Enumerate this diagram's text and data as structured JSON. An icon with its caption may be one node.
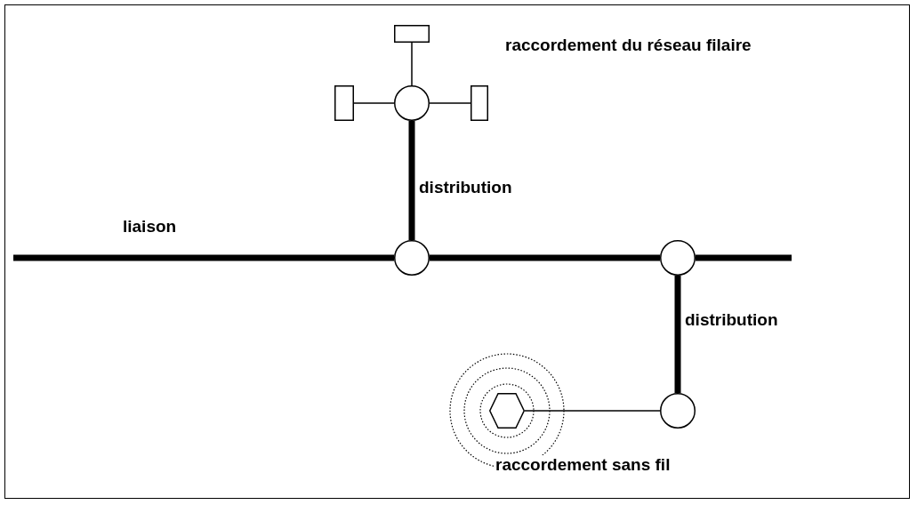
{
  "diagram": {
    "nodes": [
      {
        "text": [],
        "shape": "box"
      },
      {
        "text": [],
        "shape": "box"
      },
      {
        "text": [],
        "shape": "box"
      },
      {
        "text": [],
        "shape": "circle"
      },
      {
        "text": [],
        "shape": "circle"
      },
      {
        "text": [],
        "shape": "circle"
      },
      {
        "text": [],
        "shape": "circle"
      },
      {
        "text": [],
        "shape": "hexagon"
      }
    ],
    "edges": [
      {
        "from": 0,
        "to": 3,
        "arrow": "none"
      },
      {
        "from": 1,
        "to": 3,
        "arrow": "none"
      },
      {
        "from": 2,
        "to": 3,
        "arrow": "none"
      },
      {
        "from": 3,
        "to": 4,
        "arrow": "none",
        "label": "distribution"
      },
      {
        "from": null,
        "to": 4,
        "arrow": "none",
        "label": "liaison"
      },
      {
        "from": 4,
        "to": 5,
        "arrow": "none"
      },
      {
        "from": 5,
        "to": null,
        "arrow": "none"
      },
      {
        "from": 5,
        "to": 6,
        "arrow": "none",
        "label": "distribution"
      },
      {
        "from": 6,
        "to": 7,
        "arrow": "none"
      }
    ],
    "labels": [
      "raccordement du réseau filaire",
      "raccordement sans fil"
    ]
  }
}
